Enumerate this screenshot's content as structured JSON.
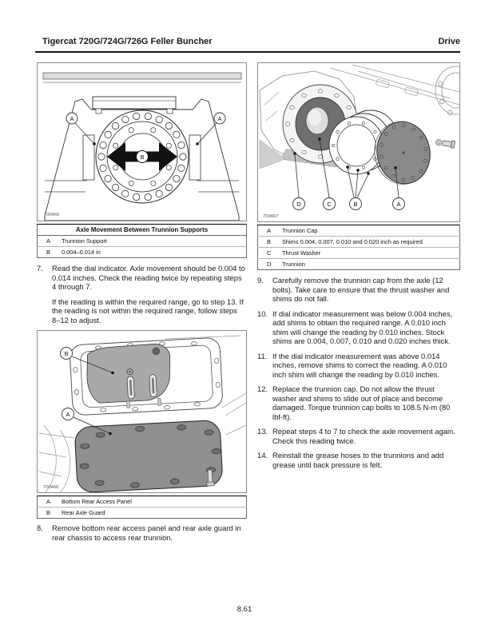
{
  "page": {
    "header_title": "Tigercat 720G/724G/726G Feller Buncher",
    "header_section": "Drive",
    "page_number": "8.61"
  },
  "fig_axle": {
    "number": "700465",
    "table_title": "Axle Movement Between Trunnion Supports",
    "rows": [
      {
        "key": "A",
        "value": "Trunnion Support"
      },
      {
        "key": "B",
        "value": "0.004–0.014 in"
      }
    ],
    "callouts": {
      "a": "A",
      "b": "B"
    }
  },
  "fig_trunnion": {
    "number": "700467",
    "rows": [
      {
        "key": "A",
        "value": "Trunnion Cap"
      },
      {
        "key": "B",
        "value": "Shims 0.004, 0.007, 0.010 and 0.020 inch as required"
      },
      {
        "key": "C",
        "value": "Thrust Washer"
      },
      {
        "key": "D",
        "value": "Trunnion"
      }
    ],
    "callouts": {
      "a": "A",
      "b": "B",
      "c": "C",
      "d": "D"
    }
  },
  "fig_access": {
    "number": "700466",
    "rows": [
      {
        "key": "A",
        "value": "Bottom Rear Access Panel"
      },
      {
        "key": "B",
        "value": "Rear Axle Guard"
      }
    ],
    "callouts": {
      "a": "A",
      "b": "B"
    }
  },
  "steps": {
    "s7": {
      "num": "7.",
      "text": "Read the dial indicator. Axle movement should be 0.004 to 0.014 inches. Check the reading twice by repeating steps 4 through 7.",
      "cont": "If the reading is within the required range, go to step 13. If the reading is not within the required range, follow steps 8–12 to adjust."
    },
    "s8": {
      "num": "8.",
      "text": "Remove bottom rear access panel and rear axle guard in rear chassis to access rear trunnion."
    },
    "s9": {
      "num": "9.",
      "text": "Carefully remove the trunnion cap from the axle (12 bolts). Take care to ensure that the thrust washer and shims do not fall."
    },
    "s10": {
      "num": "10.",
      "text": "If dial indicator measurement was below 0.004 inches, add shims to obtain the required range. A 0.010 inch shim will change the reading by 0.010 inches. Stock shims are 0.004, 0.007, 0.010 and 0.020 inches thick."
    },
    "s11": {
      "num": "11.",
      "text": "If the dial indicator measurement was above 0.014 inches, remove shims to correct the reading. A 0.010 inch shim will change the reading by 0.010 inches."
    },
    "s12": {
      "num": "12.",
      "text": "Replace the trunnion cap. Do not allow the thrust washer and shims to slide out of place and become damaged. Torque trunnion cap bolts to 108.5 N-m (80 lbf-ft)."
    },
    "s13": {
      "num": "13.",
      "text": "Repeat steps 4 to 7 to check the axle movement again. Check this reading twice."
    },
    "s14": {
      "num": "14.",
      "text": "Reinstall the grease hoses to the trunnions and add grease until back pressure is felt."
    }
  },
  "colors": {
    "cap_gray": "#8a8a8a",
    "washer_dark": "#6f6f6f",
    "panel_dark": "#8f8f8f",
    "guard_gray": "#a9a9a9"
  }
}
